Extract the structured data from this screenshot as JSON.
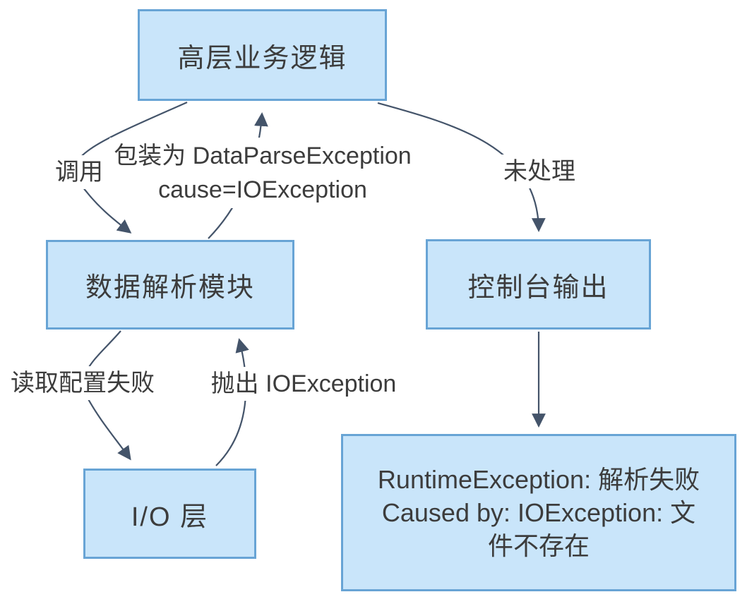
{
  "diagram": {
    "title": "exception-propagation-flow",
    "nodes": {
      "business": {
        "label": "高层业务逻辑"
      },
      "parser": {
        "label": "数据解析模块"
      },
      "io": {
        "label": "I/O 层"
      },
      "console": {
        "label": "控制台输出"
      },
      "error_output": {
        "lines": [
          "RuntimeException: 解析失败",
          "Caused by: IOException: 文",
          "件不存在"
        ]
      }
    },
    "edges": {
      "call": {
        "label": "调用",
        "from": "business",
        "to": "parser"
      },
      "wrap": {
        "label_line1": "包装为 DataParseException",
        "label_line2": "cause=IOException",
        "from": "parser",
        "to": "business"
      },
      "unhandled": {
        "label": "未处理",
        "from": "business",
        "to": "console"
      },
      "read_fail": {
        "label": "读取配置失败",
        "from": "parser",
        "to": "io"
      },
      "throw_io": {
        "label": "抛出 IOException",
        "from": "io",
        "to": "parser"
      },
      "print": {
        "label": "",
        "from": "console",
        "to": "error_output"
      }
    },
    "colors": {
      "node_fill": "#C9E5FA",
      "node_border": "#68A4D5",
      "arrow": "#44546A",
      "text": "#3C3C3C",
      "background": "#FFFFFF"
    }
  }
}
